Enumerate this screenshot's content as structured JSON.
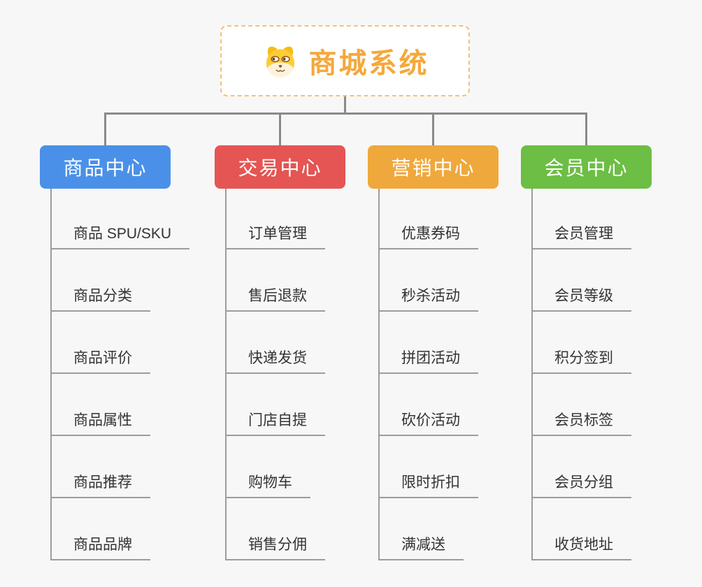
{
  "page": {
    "background_color": "#f7f7f7",
    "connector_color": "#8a8a8a",
    "leaf_line_color": "#9c9c9c",
    "leaf_text_color": "#333333"
  },
  "root": {
    "label": "商城系统",
    "icon": "dog-face-icon",
    "text_color": "#f5a83c",
    "border_color": "#f2c277"
  },
  "branches": [
    {
      "label": "商品中心",
      "color": "#4b90e8",
      "items": [
        "商品 SPU/SKU",
        "商品分类",
        "商品评价",
        "商品属性",
        "商品推荐",
        "商品品牌"
      ]
    },
    {
      "label": "交易中心",
      "color": "#e45553",
      "items": [
        "订单管理",
        "售后退款",
        "快递发货",
        "门店自提",
        "购物车",
        "销售分佣"
      ]
    },
    {
      "label": "营销中心",
      "color": "#efa83c",
      "items": [
        "优惠券码",
        "秒杀活动",
        "拼团活动",
        "砍价活动",
        "限时折扣",
        "满减送"
      ]
    },
    {
      "label": "会员中心",
      "color": "#6dbe44",
      "items": [
        "会员管理",
        "会员等级",
        "积分签到",
        "会员标签",
        "会员分组",
        "收货地址"
      ]
    }
  ]
}
